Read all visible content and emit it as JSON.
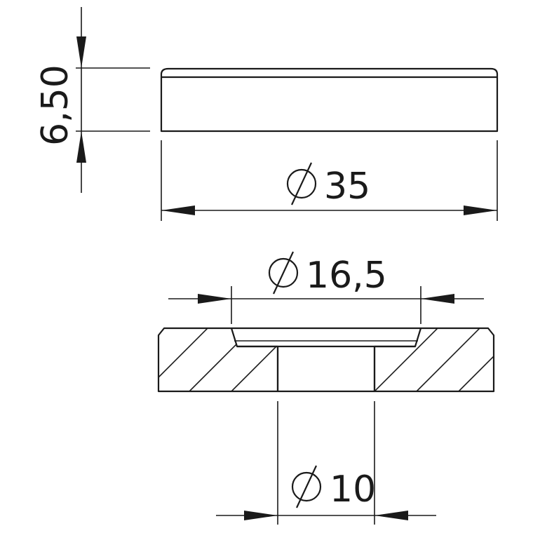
{
  "dimensions": {
    "thickness": "6,50",
    "outer_diameter": "35",
    "countersink_diameter": "16,5",
    "bore_diameter": "10"
  }
}
